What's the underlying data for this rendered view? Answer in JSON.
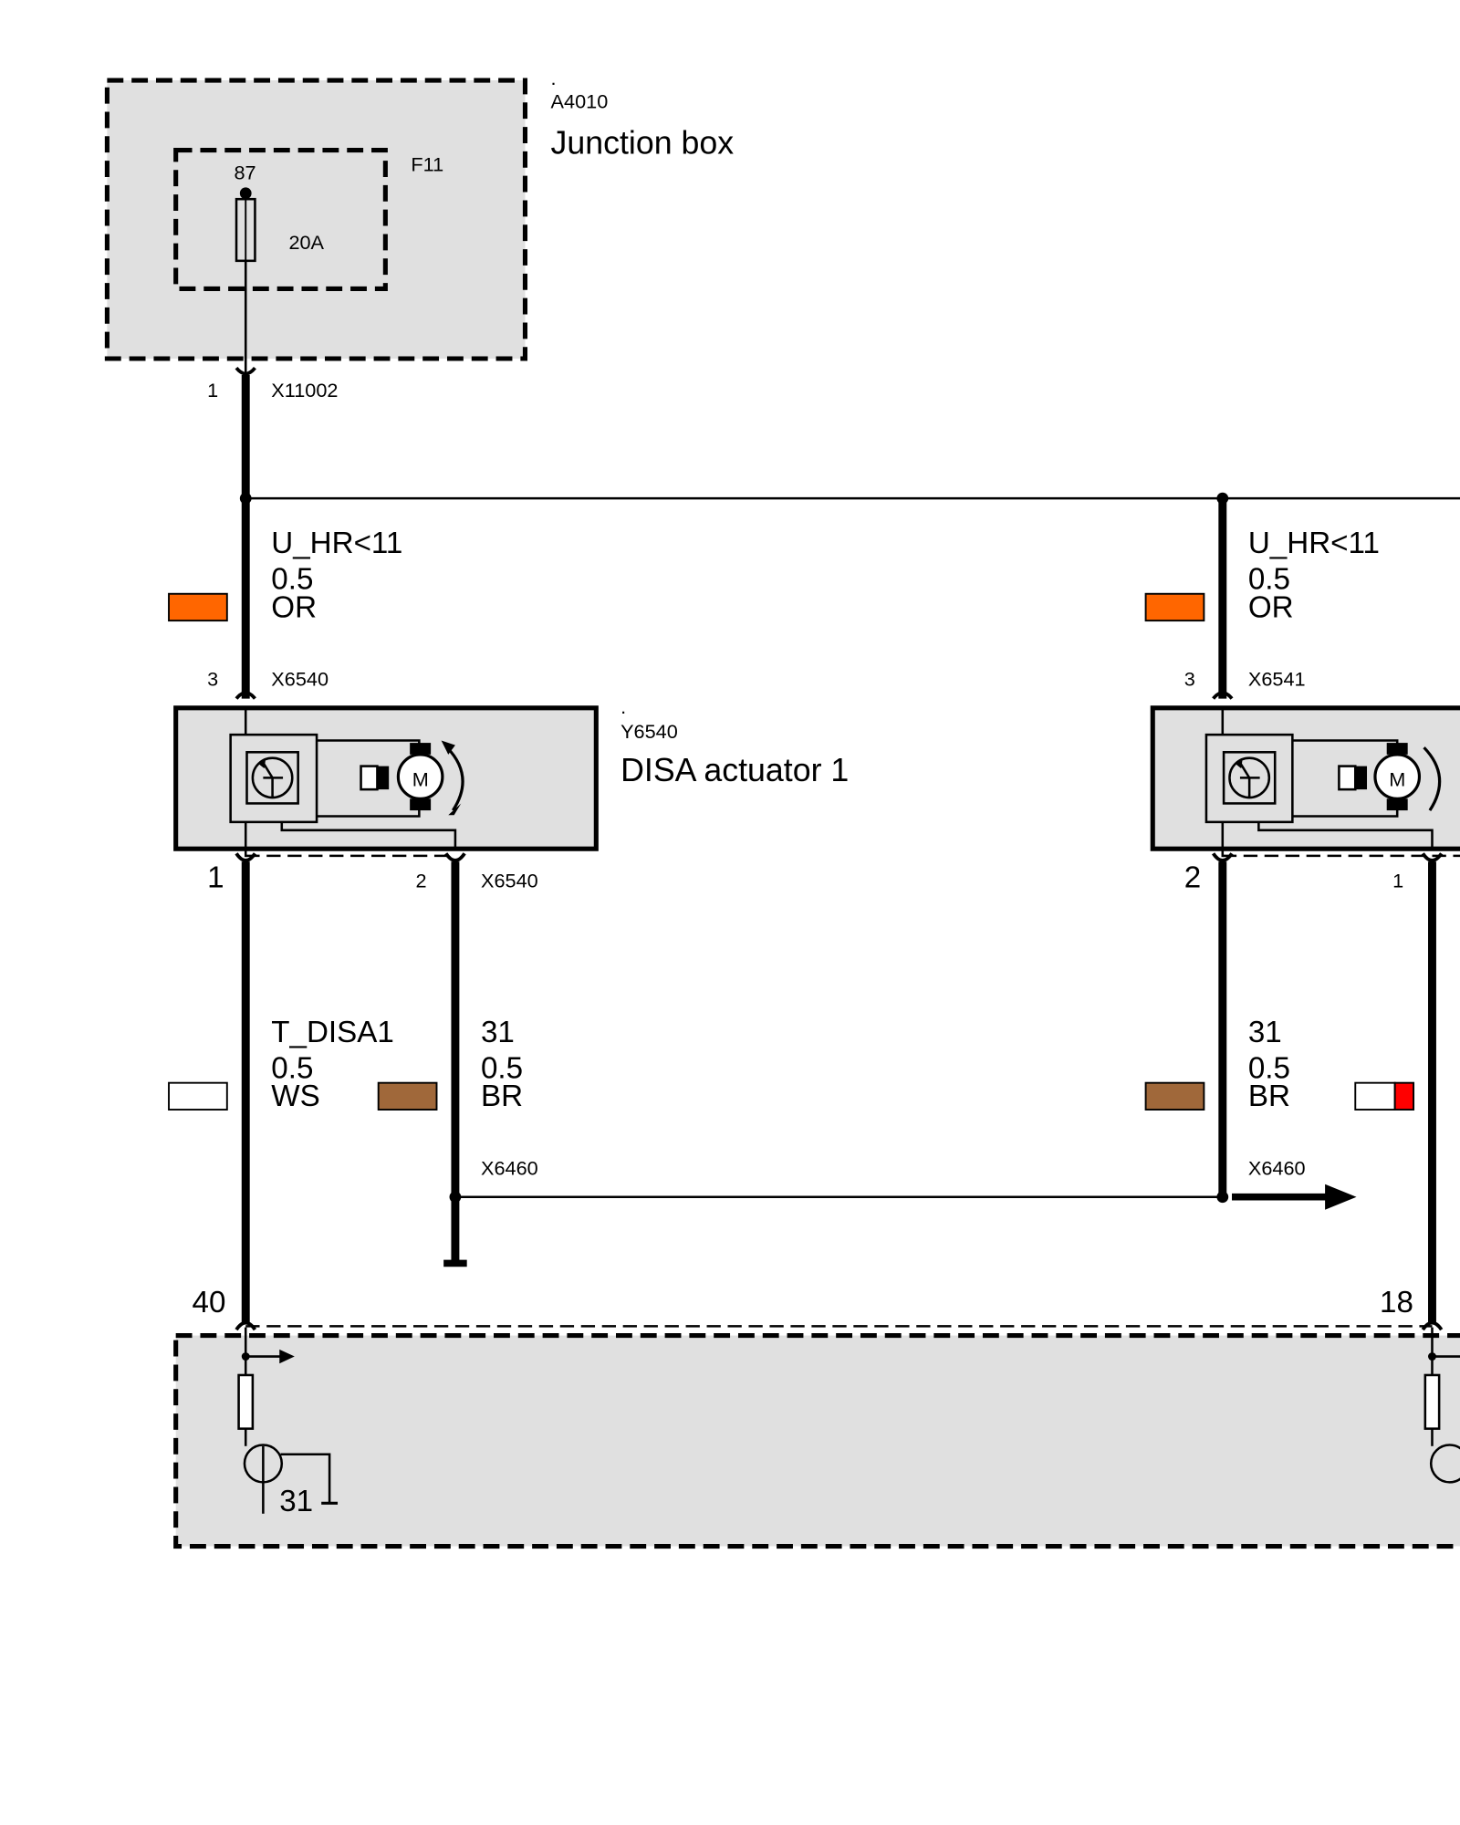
{
  "colors": {
    "component_fill": "#e0e0e0",
    "orange_wire": "#ff6600",
    "brown_wire": "#a0683a",
    "white_wire": "#ffffff",
    "red_stripe": "#ff0000"
  },
  "junction_box": {
    "dot": ".",
    "id": "A4010",
    "name": "Junction box",
    "fuse_id": "F11",
    "fuse_pin": "87",
    "fuse_rating": "20A"
  },
  "connector_x11002": {
    "pin": "1",
    "id": "X11002"
  },
  "wire_left_supply": {
    "signal": "U_HR<11",
    "size": "0.5",
    "color_code": "OR"
  },
  "wire_right_supply": {
    "signal": "U_HR<11",
    "size": "0.5",
    "color_code": "OR"
  },
  "actuator_1": {
    "top_pin": "3",
    "top_connector": "X6540",
    "dot": ".",
    "id": "Y6540",
    "name": "DISA actuator 1",
    "motor_label": "M",
    "pin_left": "1",
    "pin_right": "2",
    "bottom_connector": "X6540"
  },
  "actuator_2": {
    "top_pin": "3",
    "top_connector": "X6541",
    "motor_label": "M",
    "pin_left": "2",
    "pin_right": "1"
  },
  "wire_t_disa1": {
    "signal": "T_DISA1",
    "size": "0.5",
    "color_code": "WS"
  },
  "wire_ground_left": {
    "signal": "31",
    "size": "0.5",
    "color_code": "BR",
    "connector": "X6460"
  },
  "wire_ground_right": {
    "signal": "31",
    "size": "0.5",
    "color_code": "BR",
    "connector": "X6460"
  },
  "control_unit": {
    "pin_left": "40",
    "pin_right": "18",
    "ground_label": "31"
  }
}
